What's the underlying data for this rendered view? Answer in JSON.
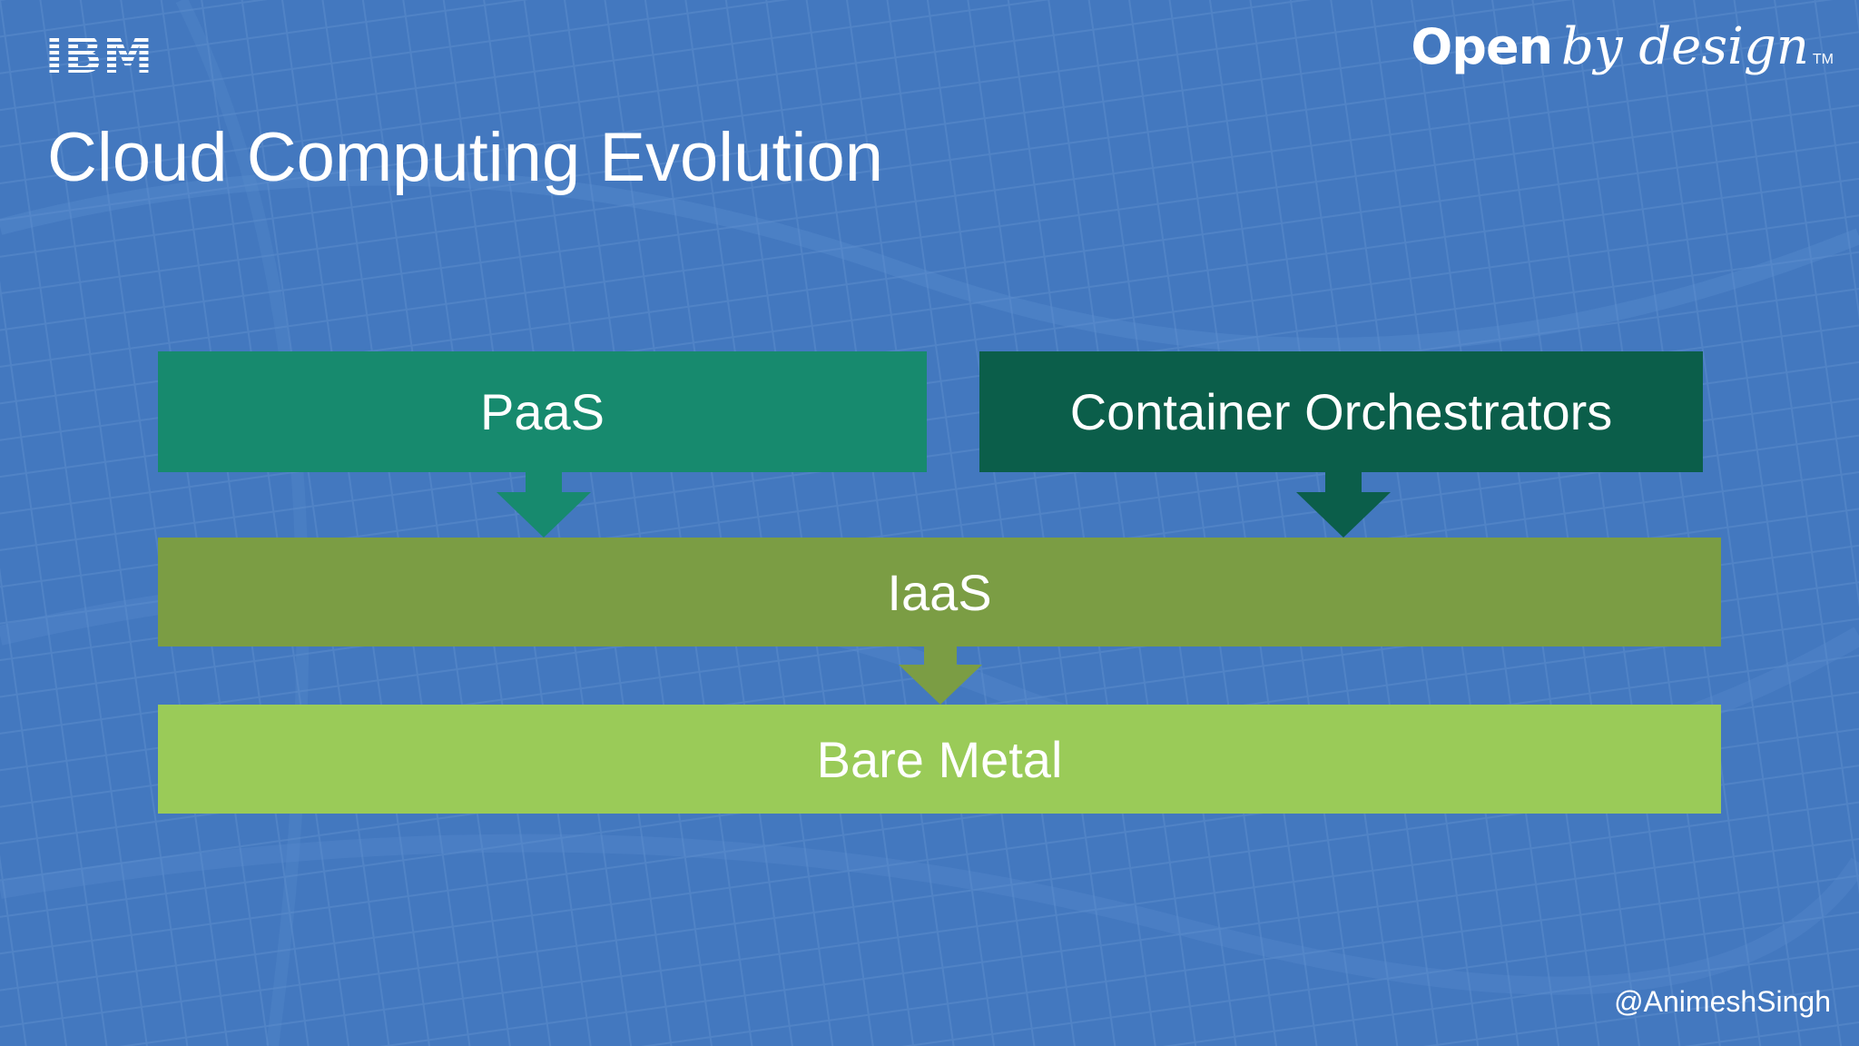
{
  "slide": {
    "logo_text": "IBM",
    "tagline": {
      "open": "Open",
      "rest": "by design",
      "tm": "TM"
    },
    "title": "Cloud Computing Evolution",
    "credit": "@AnimeshSingh"
  },
  "diagram": {
    "nodes": [
      {
        "id": "paas",
        "label": "PaaS",
        "color": "#178a6e"
      },
      {
        "id": "container-orchestrators",
        "label": "Container Orchestrators",
        "color": "#0b5e4a"
      },
      {
        "id": "iaas",
        "label": "IaaS",
        "color": "#7b9d44"
      },
      {
        "id": "bare-metal",
        "label": "Bare Metal",
        "color": "#9acb58"
      }
    ],
    "edges": [
      {
        "from": "paas",
        "to": "iaas"
      },
      {
        "from": "container-orchestrators",
        "to": "iaas"
      },
      {
        "from": "iaas",
        "to": "bare-metal"
      }
    ]
  },
  "colors": {
    "background": "#4378bf",
    "text": "#ffffff"
  }
}
